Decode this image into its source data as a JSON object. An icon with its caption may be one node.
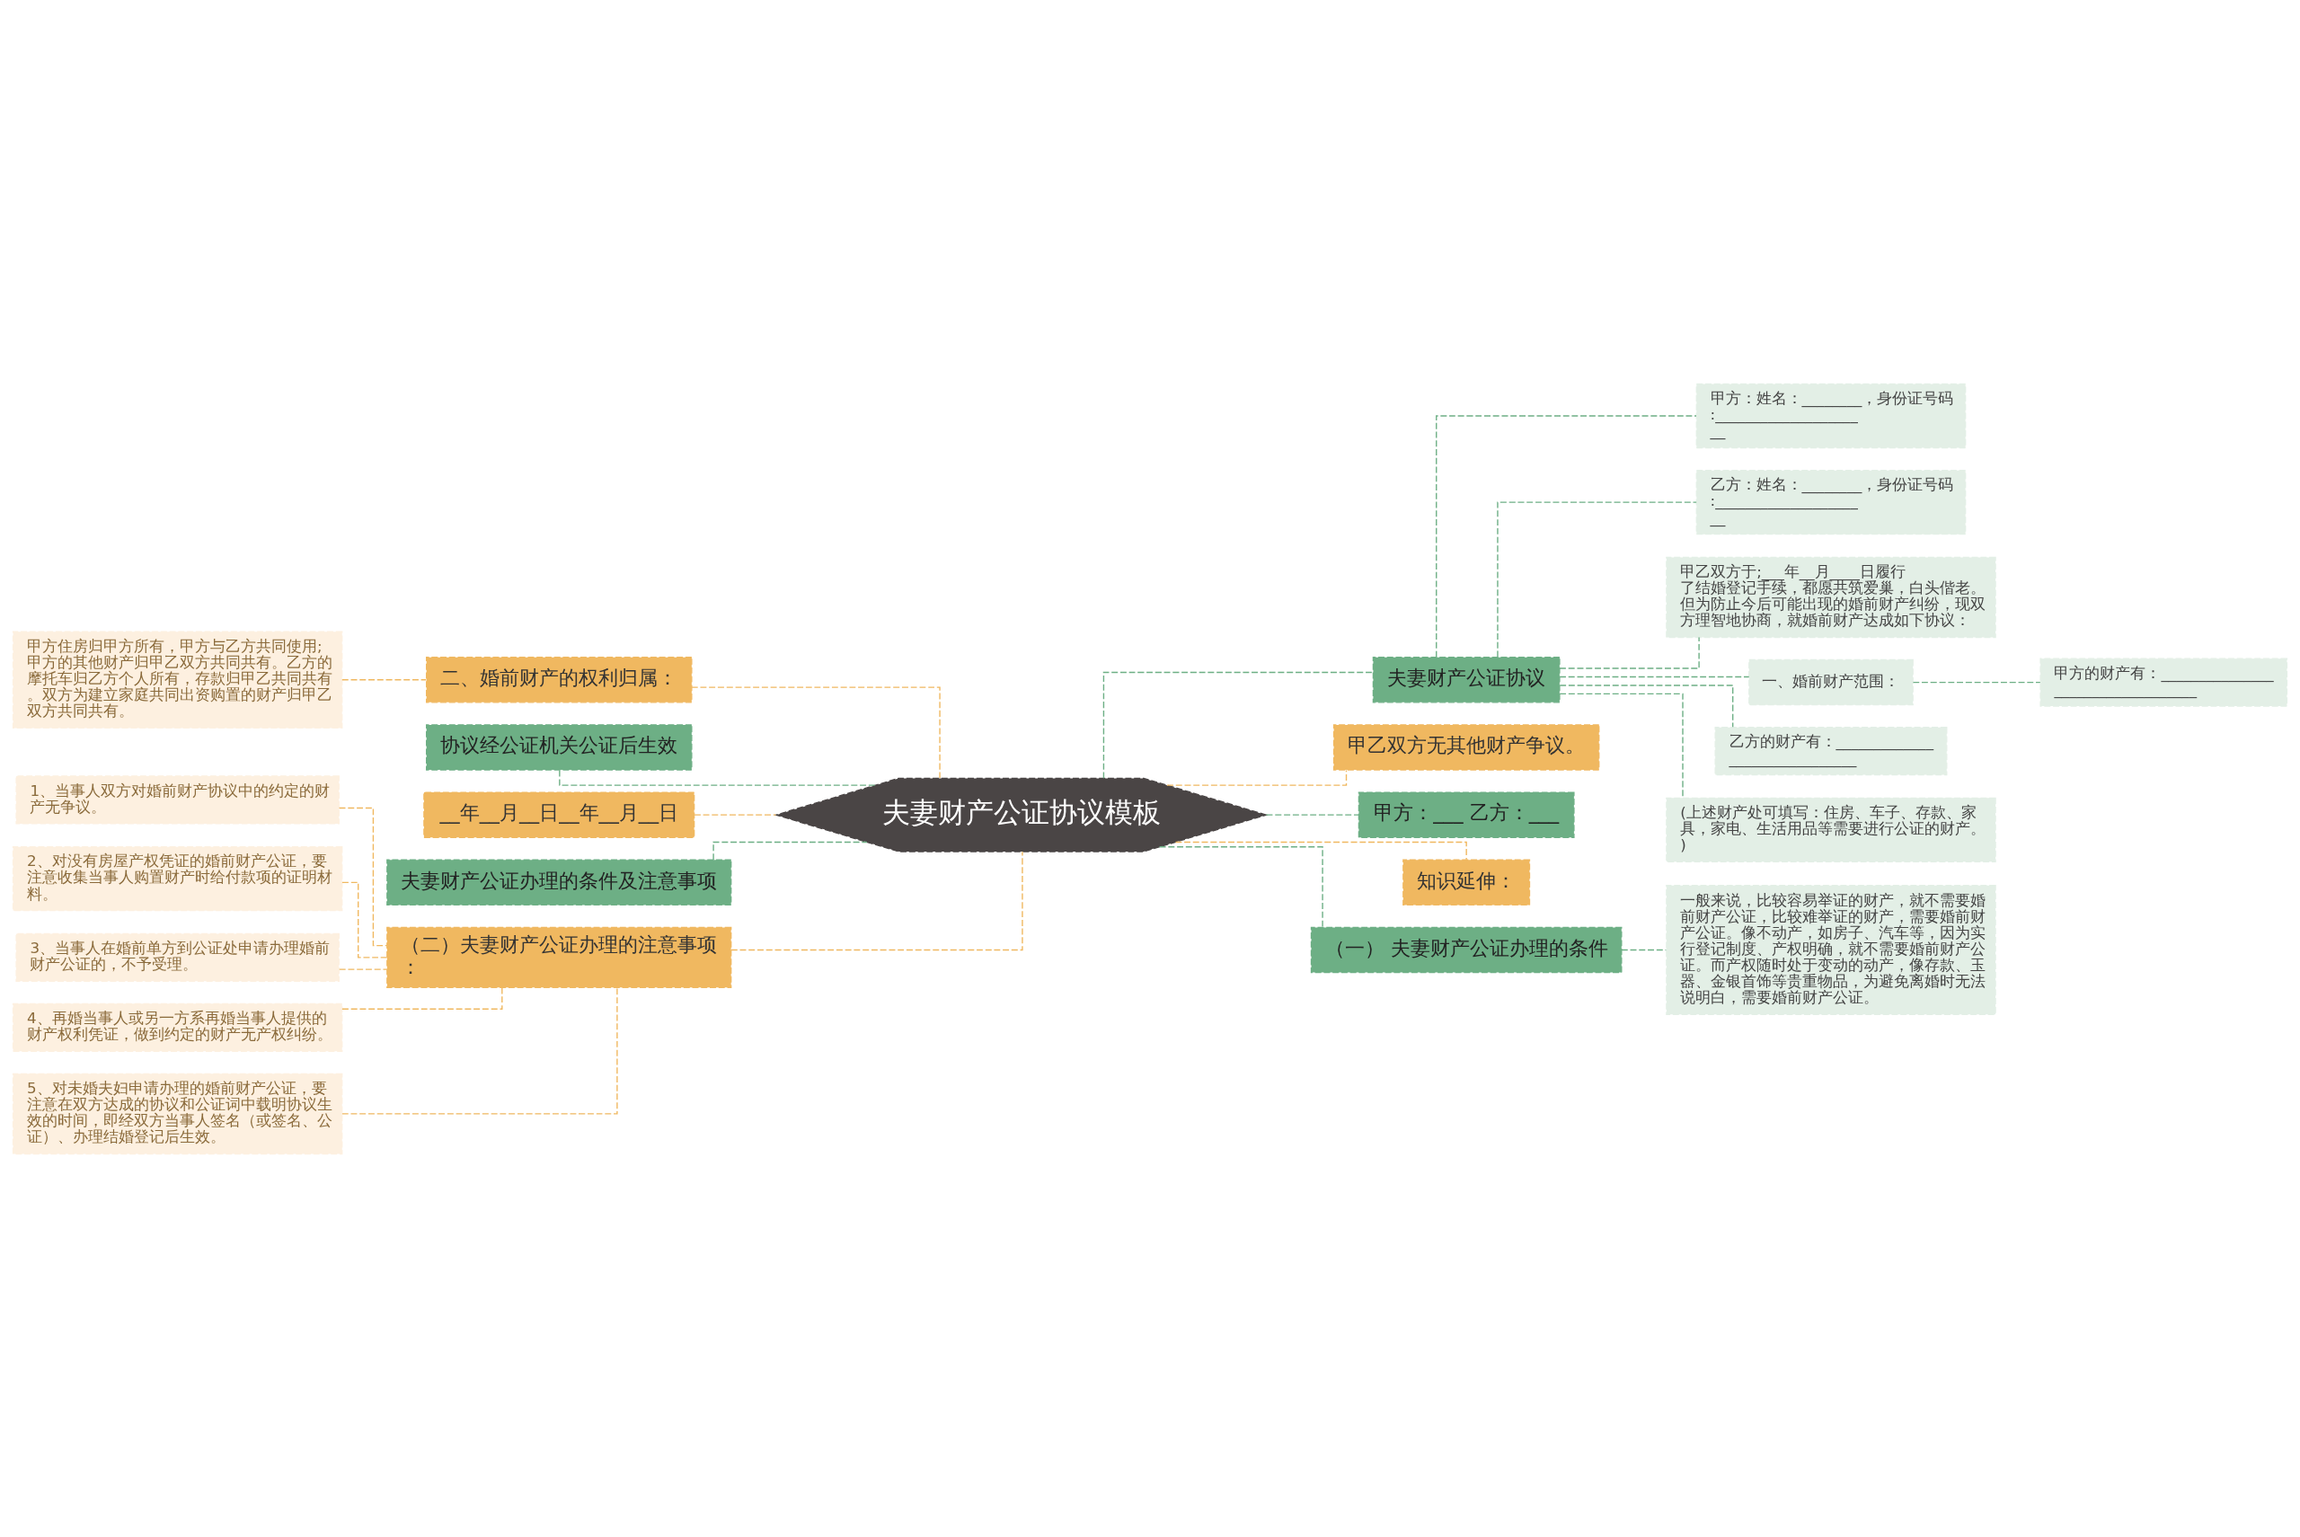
{
  "diagram": {
    "nodes": [
      {
        "text": [
          "夫妻财产公证协议模板"
        ]
      },
      {
        "text": [
          "二、婚前财产的权利归属："
        ]
      },
      {
        "text": [
          "甲方住房归甲方所有，甲方与乙方共同使用;甲方的其他财产归甲乙双方共同共有。乙方的摩托车归乙方个人所有，存款归甲乙共同共有。双方为建立家庭共同出资购置的财产归甲乙双方共同共有。"
        ]
      },
      {
        "text": [
          "协议经公证机关公证后生效"
        ]
      },
      {
        "text": [
          "__年__月__日__年__月__日"
        ]
      },
      {
        "text": [
          "夫妻财产公证办理的条件及注意事项"
        ]
      },
      {
        "text": [
          "（二）夫妻财产公证办理的注意事项："
        ]
      },
      {
        "text": [
          "1、当事人双方对婚前财产协议中的约定的财产无争议。"
        ]
      },
      {
        "text": [
          "2、对没有房屋产权凭证的婚前财产公证，要注意收集当事人购置财产时给付款项的证明材料。"
        ]
      },
      {
        "text": [
          "3、当事人在婚前单方到公证处申请办理婚前财产公证的，不予受理。"
        ]
      },
      {
        "text": [
          "4、再婚当事人或另一方系再婚当事人提供的财产权利凭证，做到约定的财产无产权纠纷。"
        ]
      },
      {
        "text": [
          "5、对未婚夫妇申请办理的婚前财产公证，要注意在双方达成的协议和公证词中载明协议生效的时间，即经双方当事人签名（或签名、公证）、办理结婚登记后生效。"
        ]
      },
      {
        "text": [
          "夫妻财产公证协议"
        ]
      },
      {
        "text": [
          "甲方：姓名：________，身份证号码:_____________________"
        ]
      },
      {
        "text": [
          "乙方：姓名：________，身份证号码:_____________________"
        ]
      },
      {
        "text": [
          "甲乙双方于;___年__月____日履行了结婚登记手续，都愿共筑爱巢，白头偕老。但为防止今后可能出现的婚前财产纠纷，现双方理智地协商，就婚前财产达成如下协议："
        ]
      },
      {
        "text": [
          "一、婚前财产范围："
        ]
      },
      {
        "text": [
          "甲方的财产有：__________________________________"
        ]
      },
      {
        "text": [
          "乙方的财产有：______________________________"
        ]
      },
      {
        "text": [
          "(上述财产处可填写：住房、车子、存款、家具，家电、生活用品等需要进行公证的财产。)"
        ]
      },
      {
        "text": [
          "甲乙双方无其他财产争议。"
        ]
      },
      {
        "text": [
          "甲方：___ 乙方：___"
        ]
      },
      {
        "text": [
          "知识延伸："
        ]
      },
      {
        "text": [
          "（一） 夫妻财产公证办理的条件"
        ]
      },
      {
        "text": [
          "一般来说，比较容易举证的财产，就不需要婚前财产公证，比较难举证的财产，需要婚前财产公证。像不动产，如房子、汽车等，因为实行登记制度、产权明确，就不需要婚前财产公证。而产权随时处于变动的动产，像存款、玉器、金银首饰等贵重物品，为避免离婚时无法说明白，需要婚前财产公证。"
        ]
      }
    ],
    "edges": [
      {
        "from": 0,
        "to": 1,
        "arrow": "none",
        "style": "dashed",
        "color": "#f0b860"
      },
      {
        "from": 1,
        "to": 2,
        "arrow": "none",
        "style": "dashed",
        "color": "#f0b860"
      },
      {
        "from": 0,
        "to": 3,
        "arrow": "none",
        "style": "dashed"
      },
      {
        "from": 0,
        "to": 4,
        "arrow": "none",
        "style": "dashed",
        "color": "#f0b860"
      },
      {
        "from": 0,
        "to": 5,
        "arrow": "none",
        "style": "dashed"
      },
      {
        "from": 0,
        "to": 6,
        "arrow": "none",
        "style": "dashed",
        "color": "#f0b860"
      },
      {
        "from": 6,
        "to": 7,
        "arrow": "none",
        "style": "dashed",
        "color": "#f0b860"
      },
      {
        "from": 6,
        "to": 8,
        "arrow": "none",
        "style": "dashed",
        "color": "#f0b860"
      },
      {
        "from": 6,
        "to": 9,
        "arrow": "none",
        "style": "dashed",
        "color": "#f0b860"
      },
      {
        "from": 6,
        "to": 10,
        "arrow": "none",
        "style": "dashed",
        "color": "#f0b860"
      },
      {
        "from": 6,
        "to": 11,
        "arrow": "none",
        "style": "dashed",
        "color": "#f0b860"
      },
      {
        "from": 0,
        "to": 12,
        "arrow": "none",
        "style": "dashed"
      },
      {
        "from": 12,
        "to": 13,
        "arrow": "none",
        "style": "dashed"
      },
      {
        "from": 12,
        "to": 14,
        "arrow": "none",
        "style": "dashed"
      },
      {
        "from": 12,
        "to": 15,
        "arrow": "none",
        "style": "dashed"
      },
      {
        "from": 12,
        "to": 16,
        "arrow": "none",
        "style": "dashed"
      },
      {
        "from": 16,
        "to": 17,
        "arrow": "none",
        "style": "dashed"
      },
      {
        "from": 12,
        "to": 18,
        "arrow": "none",
        "style": "dashed"
      },
      {
        "from": 12,
        "to": 19,
        "arrow": "none",
        "style": "dashed"
      },
      {
        "from": 0,
        "to": 20,
        "arrow": "none",
        "style": "dashed",
        "color": "#f0b860"
      },
      {
        "from": 0,
        "to": 21,
        "arrow": "none",
        "style": "dashed"
      },
      {
        "from": 0,
        "to": 22,
        "arrow": "none",
        "style": "dashed",
        "color": "#f0b860"
      },
      {
        "from": 0,
        "to": 23,
        "arrow": "none",
        "style": "dashed"
      },
      {
        "from": 23,
        "to": 24,
        "arrow": "none",
        "style": "dashed"
      }
    ]
  }
}
